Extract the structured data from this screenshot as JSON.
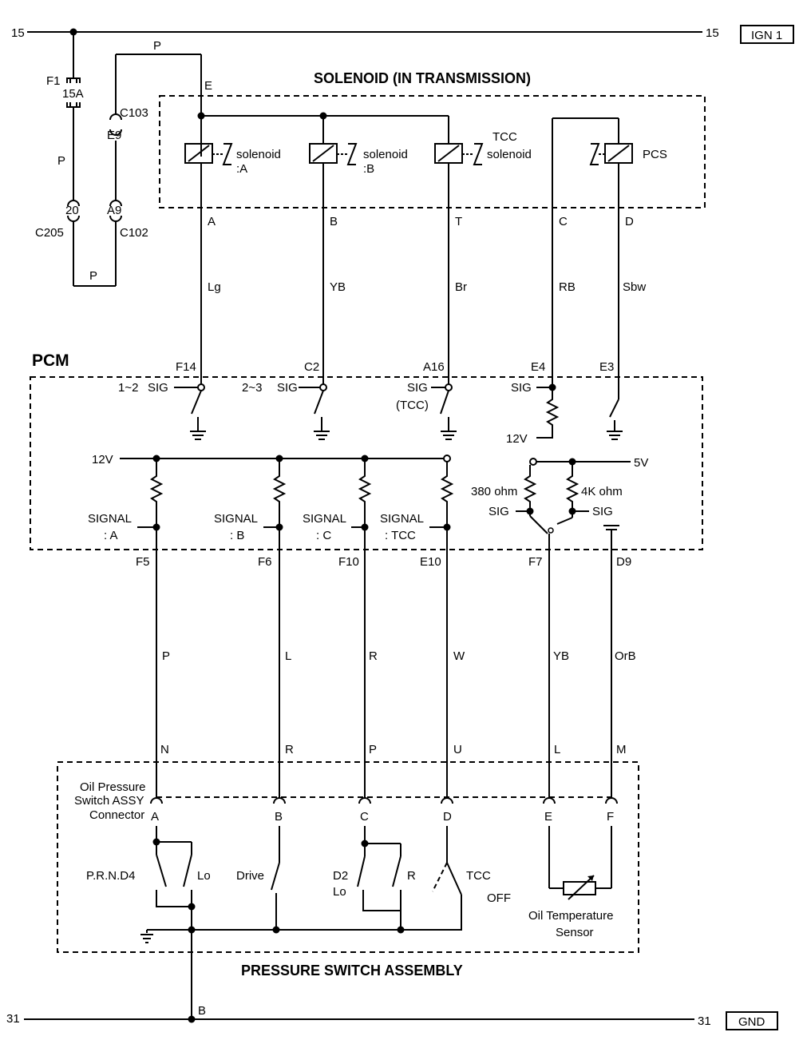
{
  "power": {
    "left_num": "15",
    "right_num": "15",
    "box": "IGN 1"
  },
  "ground": {
    "left_num": "31",
    "right_num": "31",
    "box": "GND",
    "pin": "B"
  },
  "fuse": {
    "name": "F1",
    "rating": "15A"
  },
  "wires_top": {
    "p1": "P",
    "p2": "P",
    "p3": "P"
  },
  "connectors": {
    "c103": "C103",
    "e9": "E9",
    "c205": "C205",
    "pin20": "20",
    "a9": "A9",
    "c102": "C102",
    "e": "E"
  },
  "solenoid_block": {
    "title": "SOLENOID (IN TRANSMISSION)",
    "sol_a": [
      "solenoid",
      ":A"
    ],
    "sol_b": [
      "solenoid",
      ":B"
    ],
    "sol_tcc": [
      "TCC",
      "solenoid"
    ],
    "pcs": "PCS"
  },
  "top_columns": [
    {
      "pin": "A",
      "wire": "Lg",
      "pcm_pin": "F14"
    },
    {
      "pin": "B",
      "wire": "YB",
      "pcm_pin": "C2"
    },
    {
      "pin": "T",
      "wire": "Br",
      "pcm_pin": "A16"
    },
    {
      "pin": "C",
      "wire": "RB",
      "pcm_pin": "E4"
    },
    {
      "pin": "D",
      "wire": "Sbw",
      "pcm_pin": "E3"
    }
  ],
  "pcm": {
    "title": "PCM",
    "sig12": [
      "1~2",
      "SIG"
    ],
    "sig23": [
      "2~3",
      "SIG"
    ],
    "sigtcc": [
      "SIG",
      "(TCC)"
    ],
    "sig_e4": "SIG",
    "v12_e4": "12V",
    "v12": "12V",
    "v5": "5V",
    "r380": "380 ohm",
    "r4k": "4K ohm",
    "sig_left": "SIG",
    "sig_right": "SIG",
    "signals": [
      [
        "SIGNAL",
        ": A"
      ],
      [
        "SIGNAL",
        ": B"
      ],
      [
        "SIGNAL",
        ": C"
      ],
      [
        "SIGNAL",
        ": TCC"
      ]
    ]
  },
  "bottom_columns": [
    {
      "pcm_pin": "F5",
      "wire": "P",
      "conn": "N",
      "sw": "A"
    },
    {
      "pcm_pin": "F6",
      "wire": "L",
      "conn": "R",
      "sw": "B"
    },
    {
      "pcm_pin": "F10",
      "wire": "R",
      "conn": "P",
      "sw": "C"
    },
    {
      "pcm_pin": "E10",
      "wire": "W",
      "conn": "U",
      "sw": "D"
    },
    {
      "pcm_pin": "F7",
      "wire": "YB",
      "conn": "L",
      "sw": "E"
    },
    {
      "pcm_pin": "D9",
      "wire": "OrB",
      "conn": "M",
      "sw": "F"
    }
  ],
  "switch_block": {
    "title": "PRESSURE SWITCH ASSEMBLY",
    "connector_label": [
      "Oil Pressure",
      "Switch ASSY",
      "Connector"
    ],
    "prnd4": "P.R.N.D4",
    "lo": "Lo",
    "drive": "Drive",
    "d2": "D2",
    "lo2": "Lo",
    "r": "R",
    "tcc": "TCC",
    "off": "OFF",
    "sensor": [
      "Oil Temperature",
      "Sensor"
    ]
  }
}
